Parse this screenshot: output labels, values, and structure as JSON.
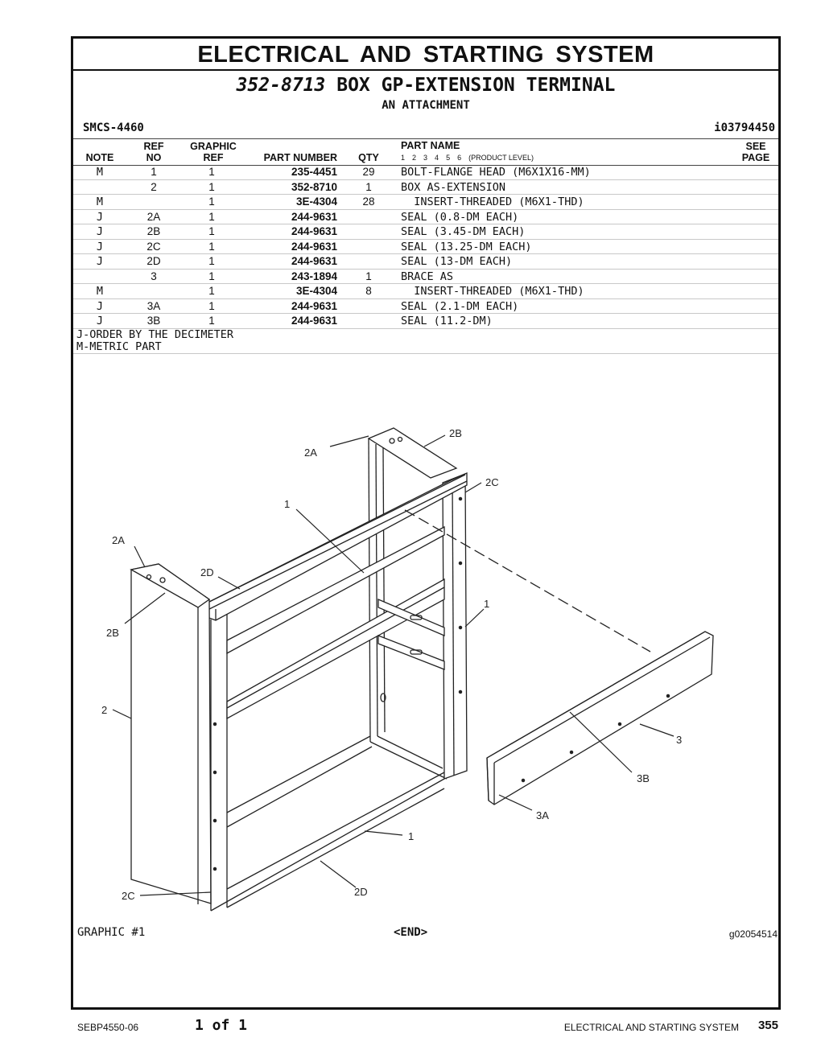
{
  "header": {
    "title": "ELECTRICAL AND STARTING SYSTEM",
    "group_number": "352-8713",
    "group_name": "BOX GP-EXTENSION TERMINAL",
    "subtitle": "AN ATTACHMENT",
    "smcs": "SMCS-4460",
    "ident": "i03794450"
  },
  "columns": {
    "note": "NOTE",
    "ref_a": "REF",
    "ref_b": "NO",
    "gref_a": "GRAPHIC",
    "gref_b": "REF",
    "part_number": "PART NUMBER",
    "qty": "QTY",
    "part_name": "PART NAME",
    "product_levels": [
      "1",
      "2",
      "3",
      "4",
      "5",
      "6"
    ],
    "product_level_label": "(PRODUCT LEVEL)",
    "see_a": "SEE",
    "see_b": "PAGE"
  },
  "parts": [
    {
      "note": "M",
      "ref": "1",
      "gref": "1",
      "pn": "235-4451",
      "qty": "29",
      "name": "BOLT-FLANGE HEAD (M6X1X16-MM)"
    },
    {
      "note": "",
      "ref": "2",
      "gref": "1",
      "pn": "352-8710",
      "qty": "1",
      "name": "BOX AS-EXTENSION"
    },
    {
      "note": "M",
      "ref": "",
      "gref": "1",
      "pn": "3E-4304",
      "qty": "28",
      "name": "  INSERT-THREADED (M6X1-THD)"
    },
    {
      "note": "J",
      "ref": "2A",
      "gref": "1",
      "pn": "244-9631",
      "qty": "",
      "name": "SEAL (0.8-DM EACH)"
    },
    {
      "note": "J",
      "ref": "2B",
      "gref": "1",
      "pn": "244-9631",
      "qty": "",
      "name": "SEAL (3.45-DM EACH)"
    },
    {
      "note": "J",
      "ref": "2C",
      "gref": "1",
      "pn": "244-9631",
      "qty": "",
      "name": "SEAL (13.25-DM EACH)"
    },
    {
      "note": "J",
      "ref": "2D",
      "gref": "1",
      "pn": "244-9631",
      "qty": "",
      "name": "SEAL (13-DM EACH)"
    },
    {
      "note": "",
      "ref": "3",
      "gref": "1",
      "pn": "243-1894",
      "qty": "1",
      "name": "BRACE AS"
    },
    {
      "note": "M",
      "ref": "",
      "gref": "1",
      "pn": "3E-4304",
      "qty": "8",
      "name": "  INSERT-THREADED (M6X1-THD)"
    },
    {
      "note": "J",
      "ref": "3A",
      "gref": "1",
      "pn": "244-9631",
      "qty": "",
      "name": "SEAL (2.1-DM EACH)"
    },
    {
      "note": "J",
      "ref": "3B",
      "gref": "1",
      "pn": "244-9631",
      "qty": "",
      "name": "SEAL (11.2-DM)"
    }
  ],
  "notes": [
    "J-ORDER BY THE DECIMETER",
    "M-METRIC PART"
  ],
  "callouts": {
    "c2B_top": "2B",
    "c2A_top": "2A",
    "c2C_top": "2C",
    "c1_top": "1",
    "c2A_left": "2A",
    "c2D_left": "2D",
    "c2B_left": "2B",
    "c1_right": "1",
    "c2_left": "2",
    "c3": "3",
    "c3B": "3B",
    "c3A": "3A",
    "c1_bottom": "1",
    "c2D_bottom": "2D",
    "c2C_bottom": "2C"
  },
  "graphic": {
    "label": "GRAPHIC #1",
    "end": "<END>",
    "id": "g02054514"
  },
  "footer": {
    "doc": "SEBP4550-06",
    "pages": "1 of 1",
    "section": "ELECTRICAL AND STARTING SYSTEM",
    "page": "355"
  }
}
